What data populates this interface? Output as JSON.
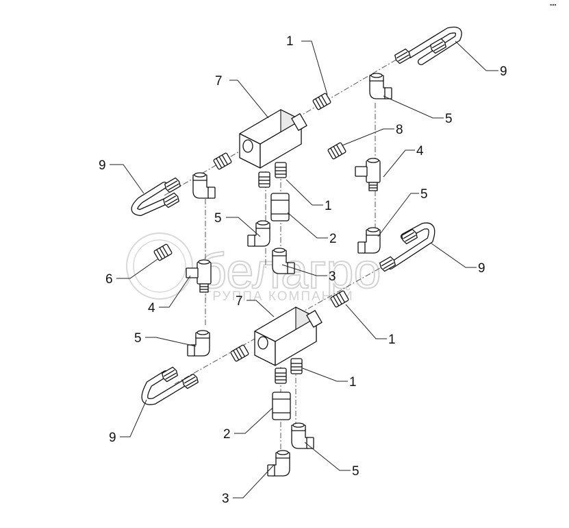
{
  "watermark": {
    "brand": "белагро",
    "tagline": "ГРУППА КОМПАНИЙ"
  },
  "corner_mark": "▪▪▪",
  "callouts": [
    {
      "id": "c1a",
      "label": "1"
    },
    {
      "id": "c7a",
      "label": "7"
    },
    {
      "id": "c9a",
      "label": "9"
    },
    {
      "id": "c5a",
      "label": "5"
    },
    {
      "id": "c9b",
      "label": "9"
    },
    {
      "id": "c8",
      "label": "8"
    },
    {
      "id": "c4a",
      "label": "4"
    },
    {
      "id": "c1b",
      "label": "1"
    },
    {
      "id": "c5b",
      "label": "5"
    },
    {
      "id": "c5c",
      "label": "5"
    },
    {
      "id": "c2a",
      "label": "2"
    },
    {
      "id": "c9c",
      "label": "9"
    },
    {
      "id": "c3a",
      "label": "3"
    },
    {
      "id": "c6",
      "label": "6"
    },
    {
      "id": "c4b",
      "label": "4"
    },
    {
      "id": "c7b",
      "label": "7"
    },
    {
      "id": "c1c",
      "label": "1"
    },
    {
      "id": "c5d",
      "label": "5"
    },
    {
      "id": "c1d",
      "label": "1"
    },
    {
      "id": "c9d",
      "label": "9"
    },
    {
      "id": "c2b",
      "label": "2"
    },
    {
      "id": "c5e",
      "label": "5"
    },
    {
      "id": "c3b",
      "label": "3"
    }
  ]
}
